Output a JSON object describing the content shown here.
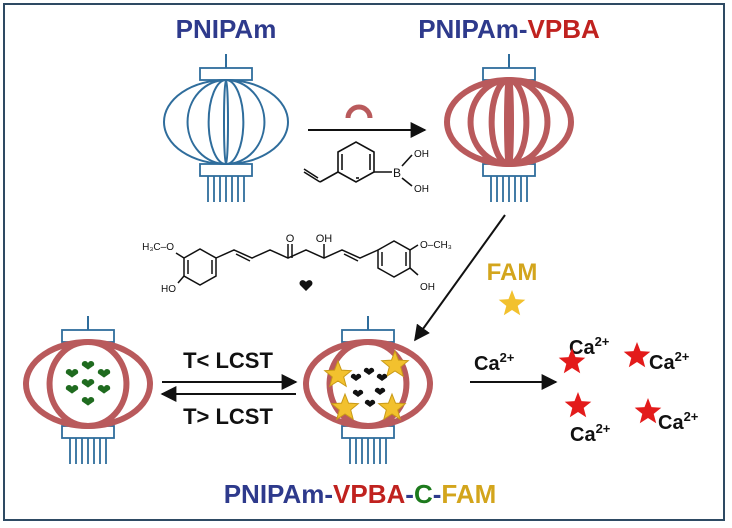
{
  "colors": {
    "frame": "#2e4a63",
    "navy": "#2e3a8c",
    "red": "#c0221f",
    "green": "#1d7a1d",
    "gold": "#d3a51c",
    "lantern_blue": "#2f6d9c",
    "lantern_rose": "#b95a5c",
    "star_gold": "#f2c12e",
    "star_red": "#e31b1b",
    "heart_green": "#1f6b1f",
    "black": "#111111"
  },
  "icons": [
    "lantern-icon",
    "star-icon",
    "heart-icon",
    "arrow-icon",
    "chemical-structure-icon"
  ],
  "labels": {
    "pnipam": "PNIPAm",
    "top_right": {
      "part1": "PNIPAm-",
      "part2": "VPBA"
    },
    "bottom": {
      "p1": "PNIPAm-",
      "p2": "VPBA",
      "p3": "-",
      "p4": "C",
      "p5": "-",
      "p6": "FAM"
    },
    "fam": "FAM",
    "t_below": "T< LCST",
    "t_above": "T> LCST",
    "ca_base": "Ca",
    "ca_charge": "2+"
  },
  "vpba": {
    "oh1": "OH",
    "oh2": "OH",
    "b": "B"
  },
  "curcumin": {
    "methoxy_left": "H₃C–O",
    "ho_left": "HO",
    "carbonyl": "O",
    "enol": "OH",
    "methoxy_right": "O–CH₃",
    "oh_right": "OH"
  }
}
